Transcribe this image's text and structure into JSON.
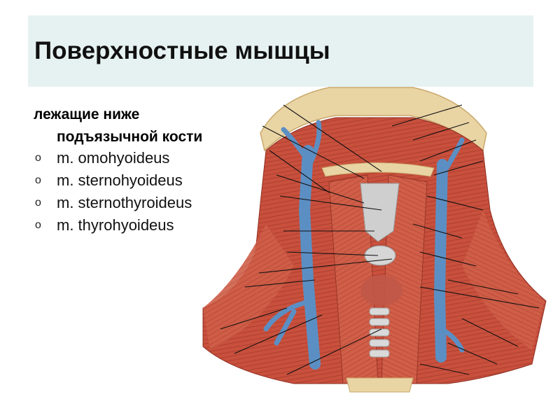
{
  "slide": {
    "title": "Поверхностные мышцы",
    "intro_line1": "лежащие ниже",
    "intro_line2": "подъязычной кости",
    "bullet_symbol": "o",
    "muscles": [
      "m. omohyoideus",
      "m. sternohyoideus",
      "m. sternothyroideus",
      "m. thyrohyoideus"
    ]
  },
  "colors": {
    "title_band": "#e6f2f1",
    "muscle": "#c8503d",
    "vein": "#5b8fc4",
    "cartilage": "#cfcfcf",
    "bone": "#e9d4a4"
  },
  "illustration": {
    "subject": "anatomical drawing of anterior neck muscles with leader lines"
  }
}
